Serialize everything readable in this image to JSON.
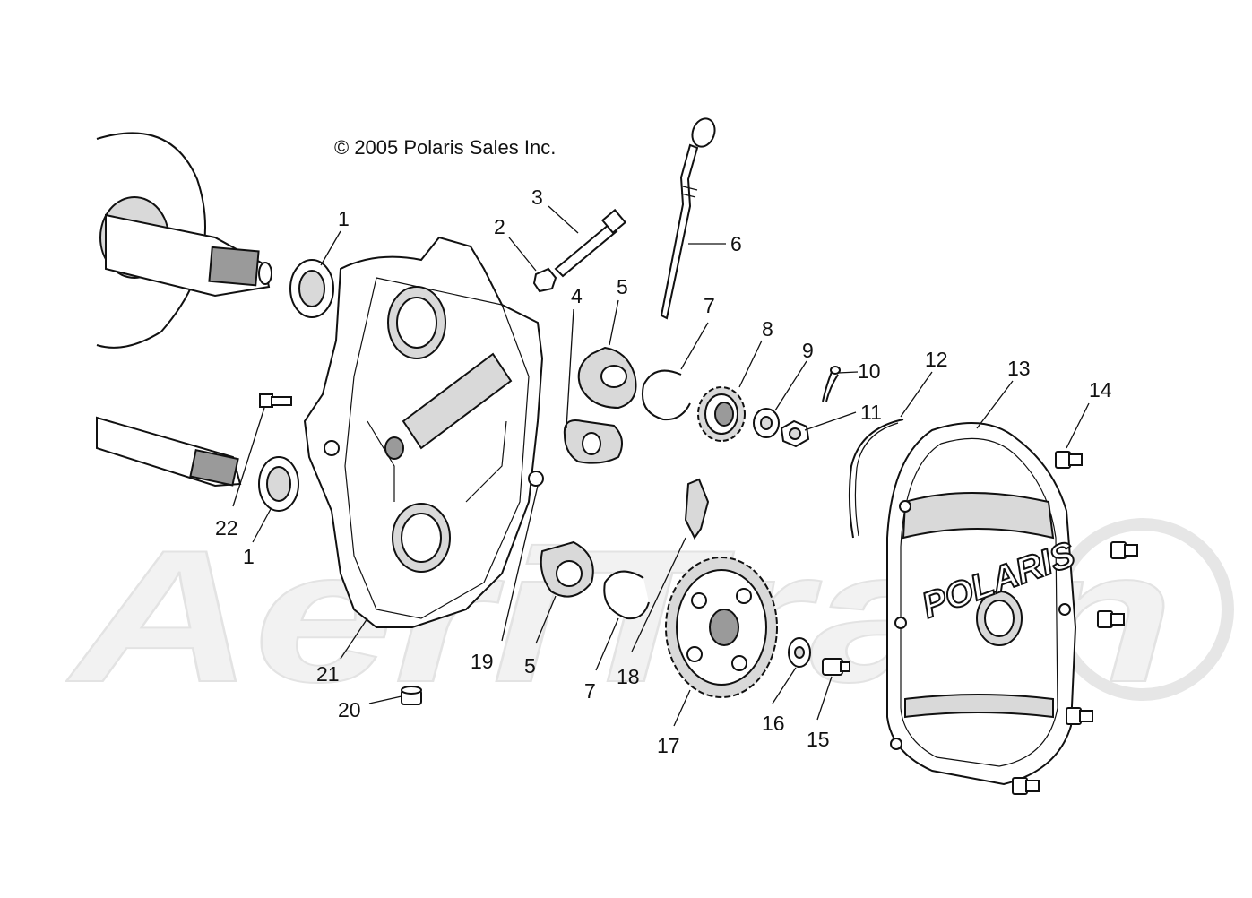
{
  "copyright": "© 2005 Polaris Sales Inc.",
  "cover_logo": "POLARIS",
  "watermark": "AeriTrain",
  "callouts": [
    {
      "id": "c1a",
      "text": "1"
    },
    {
      "id": "c1b",
      "text": "1"
    },
    {
      "id": "c2",
      "text": "2"
    },
    {
      "id": "c3",
      "text": "3"
    },
    {
      "id": "c4",
      "text": "4"
    },
    {
      "id": "c5a",
      "text": "5"
    },
    {
      "id": "c5b",
      "text": "5"
    },
    {
      "id": "c6",
      "text": "6"
    },
    {
      "id": "c7a",
      "text": "7"
    },
    {
      "id": "c7b",
      "text": "7"
    },
    {
      "id": "c8",
      "text": "8"
    },
    {
      "id": "c9",
      "text": "9"
    },
    {
      "id": "c10",
      "text": "10"
    },
    {
      "id": "c11",
      "text": "11"
    },
    {
      "id": "c12",
      "text": "12"
    },
    {
      "id": "c13",
      "text": "13"
    },
    {
      "id": "c14",
      "text": "14"
    },
    {
      "id": "c15",
      "text": "15"
    },
    {
      "id": "c16",
      "text": "16"
    },
    {
      "id": "c17",
      "text": "17"
    },
    {
      "id": "c18",
      "text": "18"
    },
    {
      "id": "c19",
      "text": "19"
    },
    {
      "id": "c20",
      "text": "20"
    },
    {
      "id": "c21",
      "text": "21"
    },
    {
      "id": "c22",
      "text": "22"
    }
  ]
}
